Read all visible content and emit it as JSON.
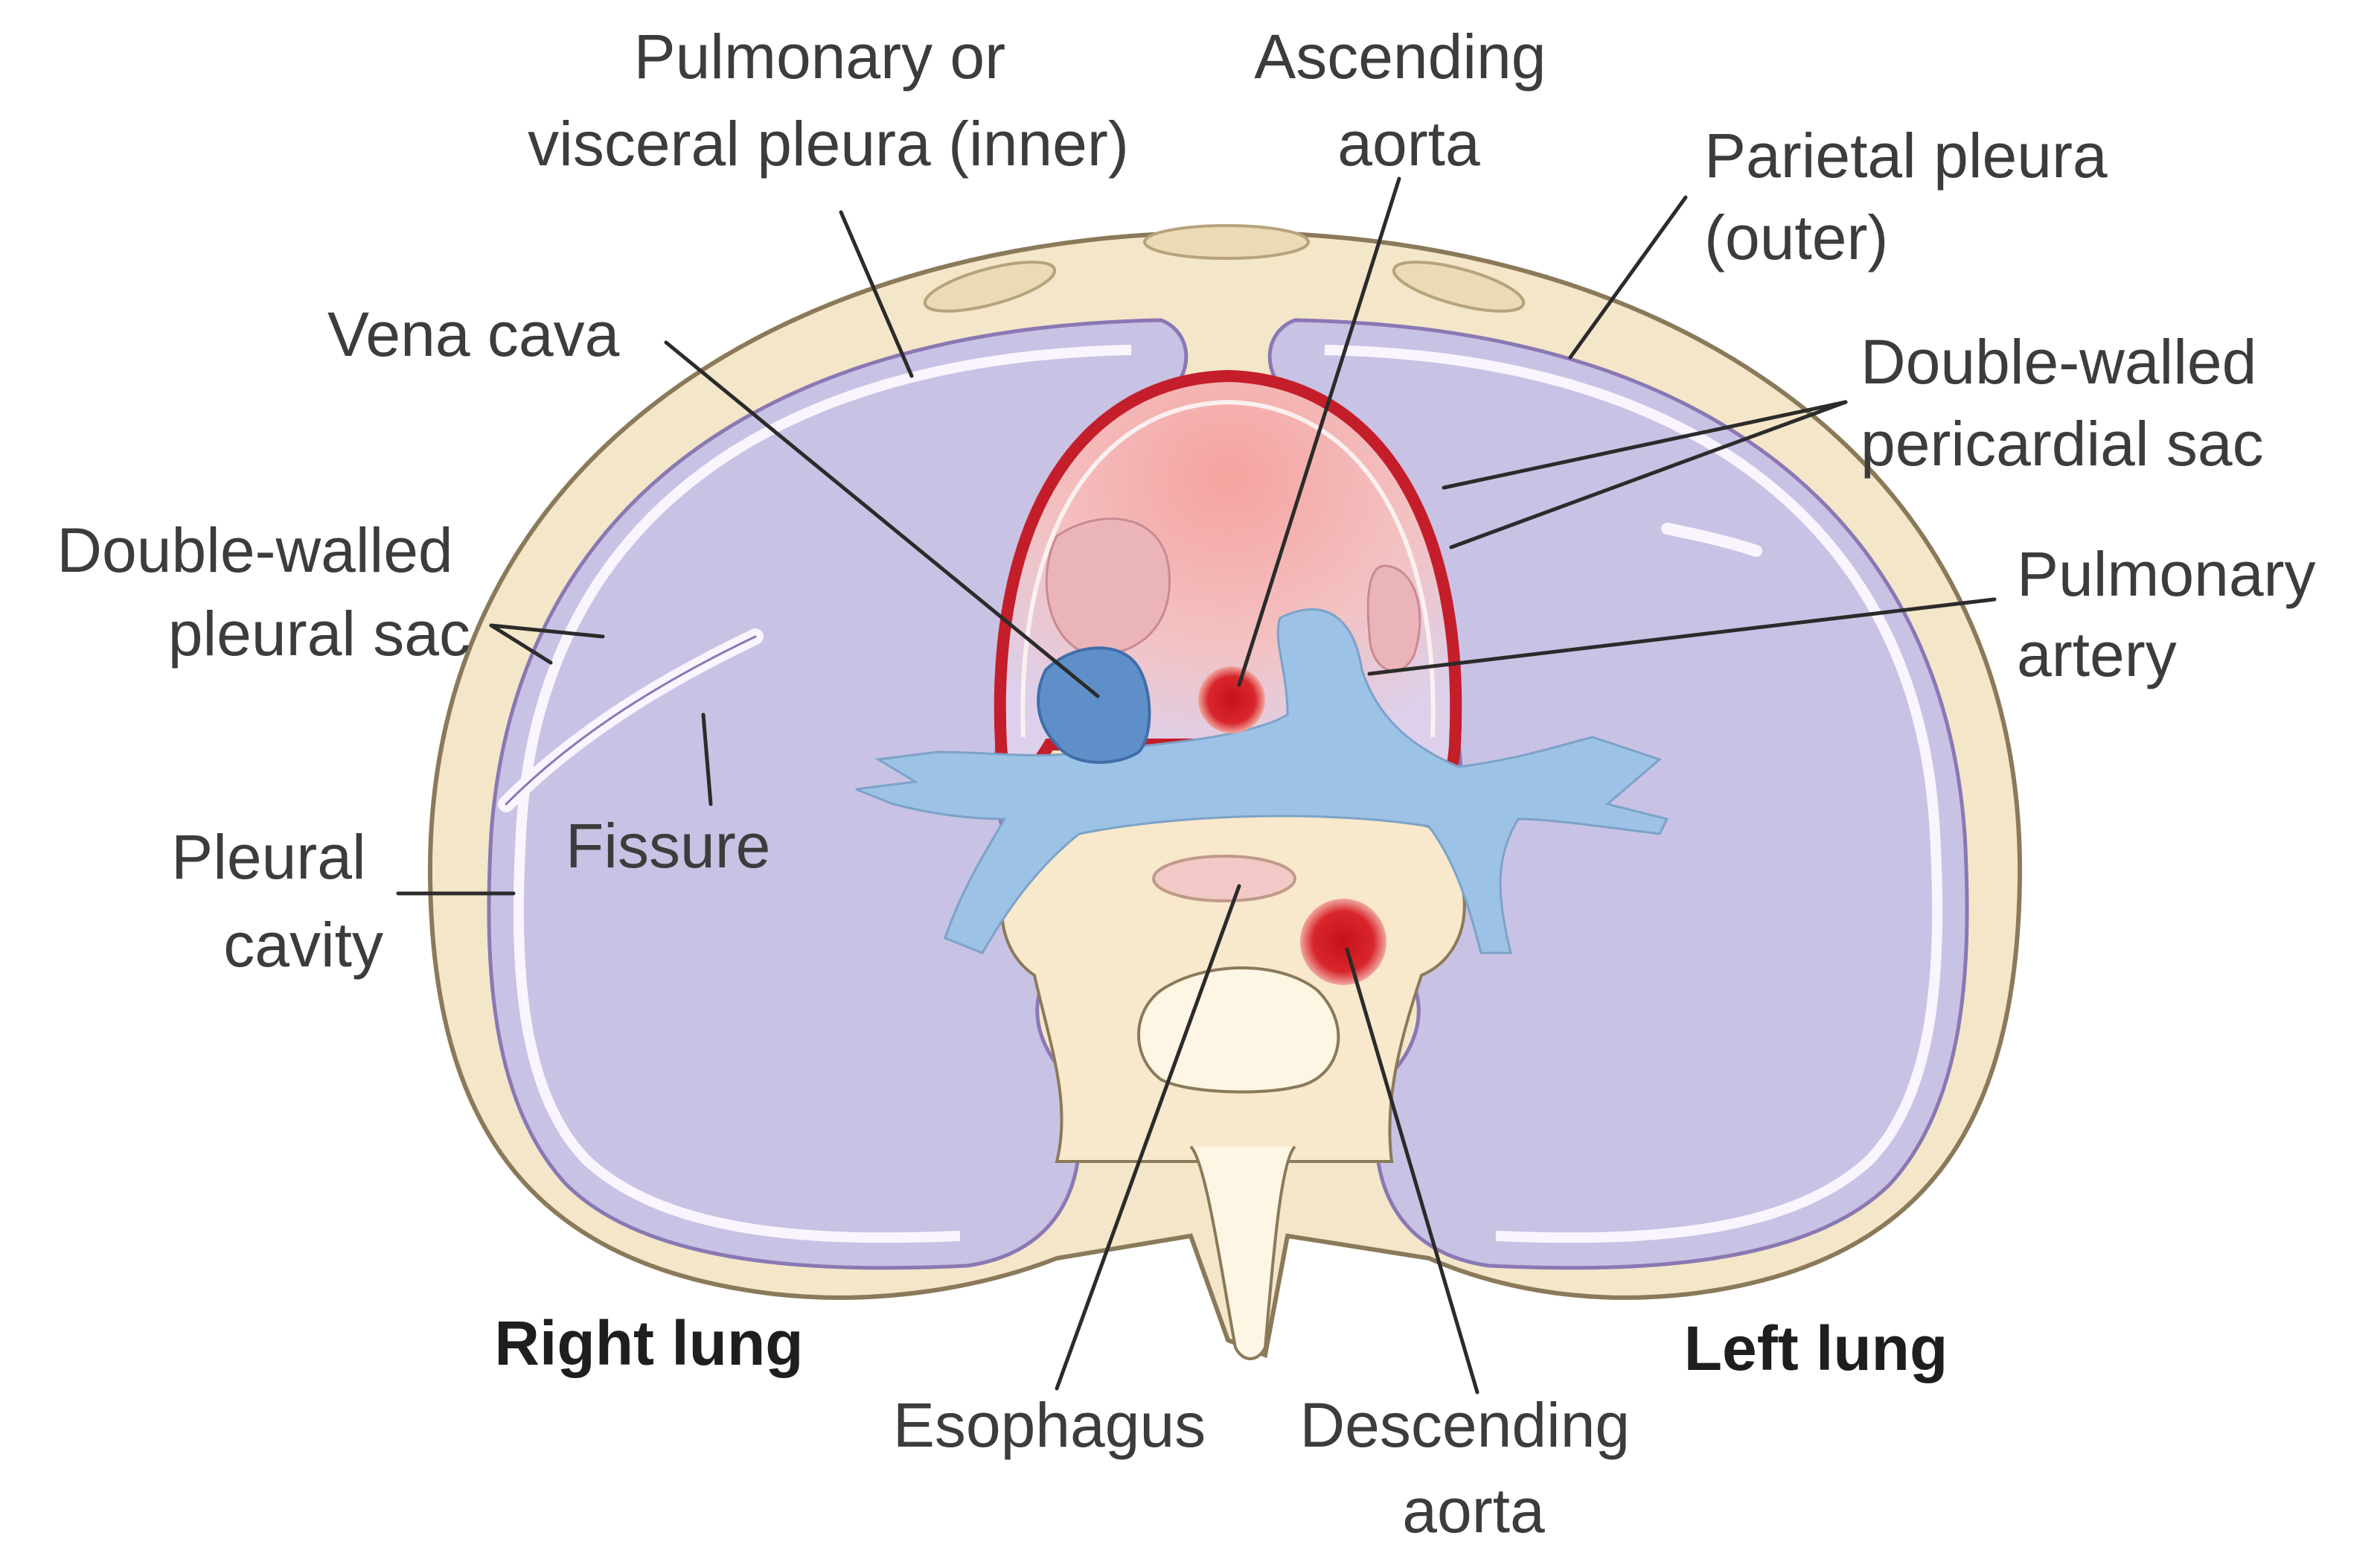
{
  "labels": {
    "pulmonary_visceral_pleura": [
      "Pulmonary or",
      "visceral pleura (inner)"
    ],
    "ascending_aorta": [
      "Ascending",
      "aorta"
    ],
    "parietal_pleura": [
      "Parietal pleura",
      "(outer)"
    ],
    "vena_cava": [
      "Vena cava"
    ],
    "double_walled_pericardial_sac": [
      "Double-walled",
      "pericardial sac"
    ],
    "double_walled_pleural_sac": [
      "Double-walled",
      "pleural sac"
    ],
    "pulmonary_artery": [
      "Pulmonary",
      "artery"
    ],
    "fissure": [
      "Fissure"
    ],
    "pleural_cavity": [
      "Pleural",
      "cavity"
    ],
    "right_lung": [
      "Right lung"
    ],
    "left_lung": [
      "Left lung"
    ],
    "esophagus": [
      "Esophagus"
    ],
    "descending_aorta": [
      "Descending",
      "aorta"
    ]
  },
  "colors": {
    "body_wall": "#f4e6c8",
    "body_outline": "#8a7a5a",
    "lung": "#c8c2e4",
    "pleura_line": "#faf4ff",
    "pleura_edge": "#8a78b4",
    "pericardium": "#c41e2a",
    "heart": "#f2b4b2",
    "vessel_blue": "#9cc2e6",
    "vena_cava": "#5f8fc9",
    "aorta": "#c8161e",
    "text": "#3c3c3c"
  }
}
